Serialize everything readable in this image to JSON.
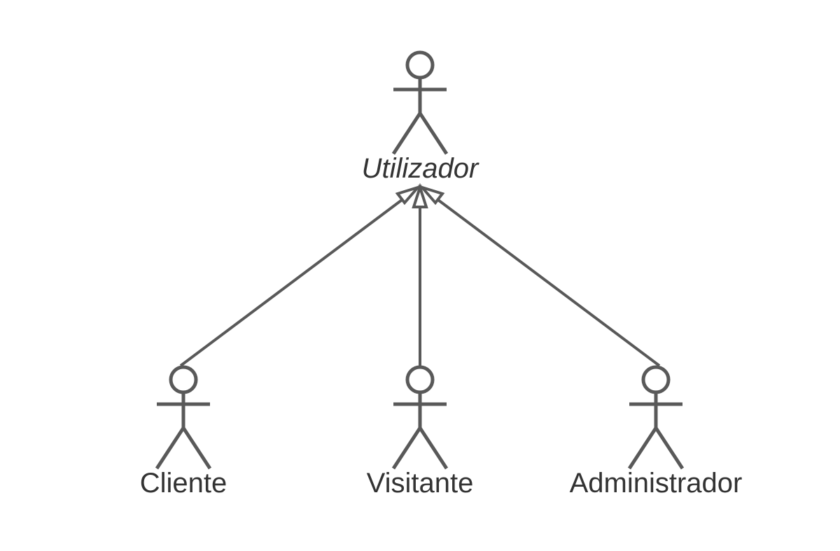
{
  "diagram": {
    "type": "uml-use-case-actor-generalization",
    "stroke_color": "#595959",
    "text_color": "#333333",
    "background": "#ffffff",
    "actors": {
      "parent": {
        "name": "Utilizador",
        "abstract": true
      },
      "client": {
        "name": "Cliente"
      },
      "visitor": {
        "name": "Visitante"
      },
      "admin": {
        "name": "Administrador"
      }
    },
    "generalizations": [
      {
        "from": "Cliente",
        "to": "Utilizador"
      },
      {
        "from": "Visitante",
        "to": "Utilizador"
      },
      {
        "from": "Administrador",
        "to": "Utilizador"
      }
    ]
  }
}
